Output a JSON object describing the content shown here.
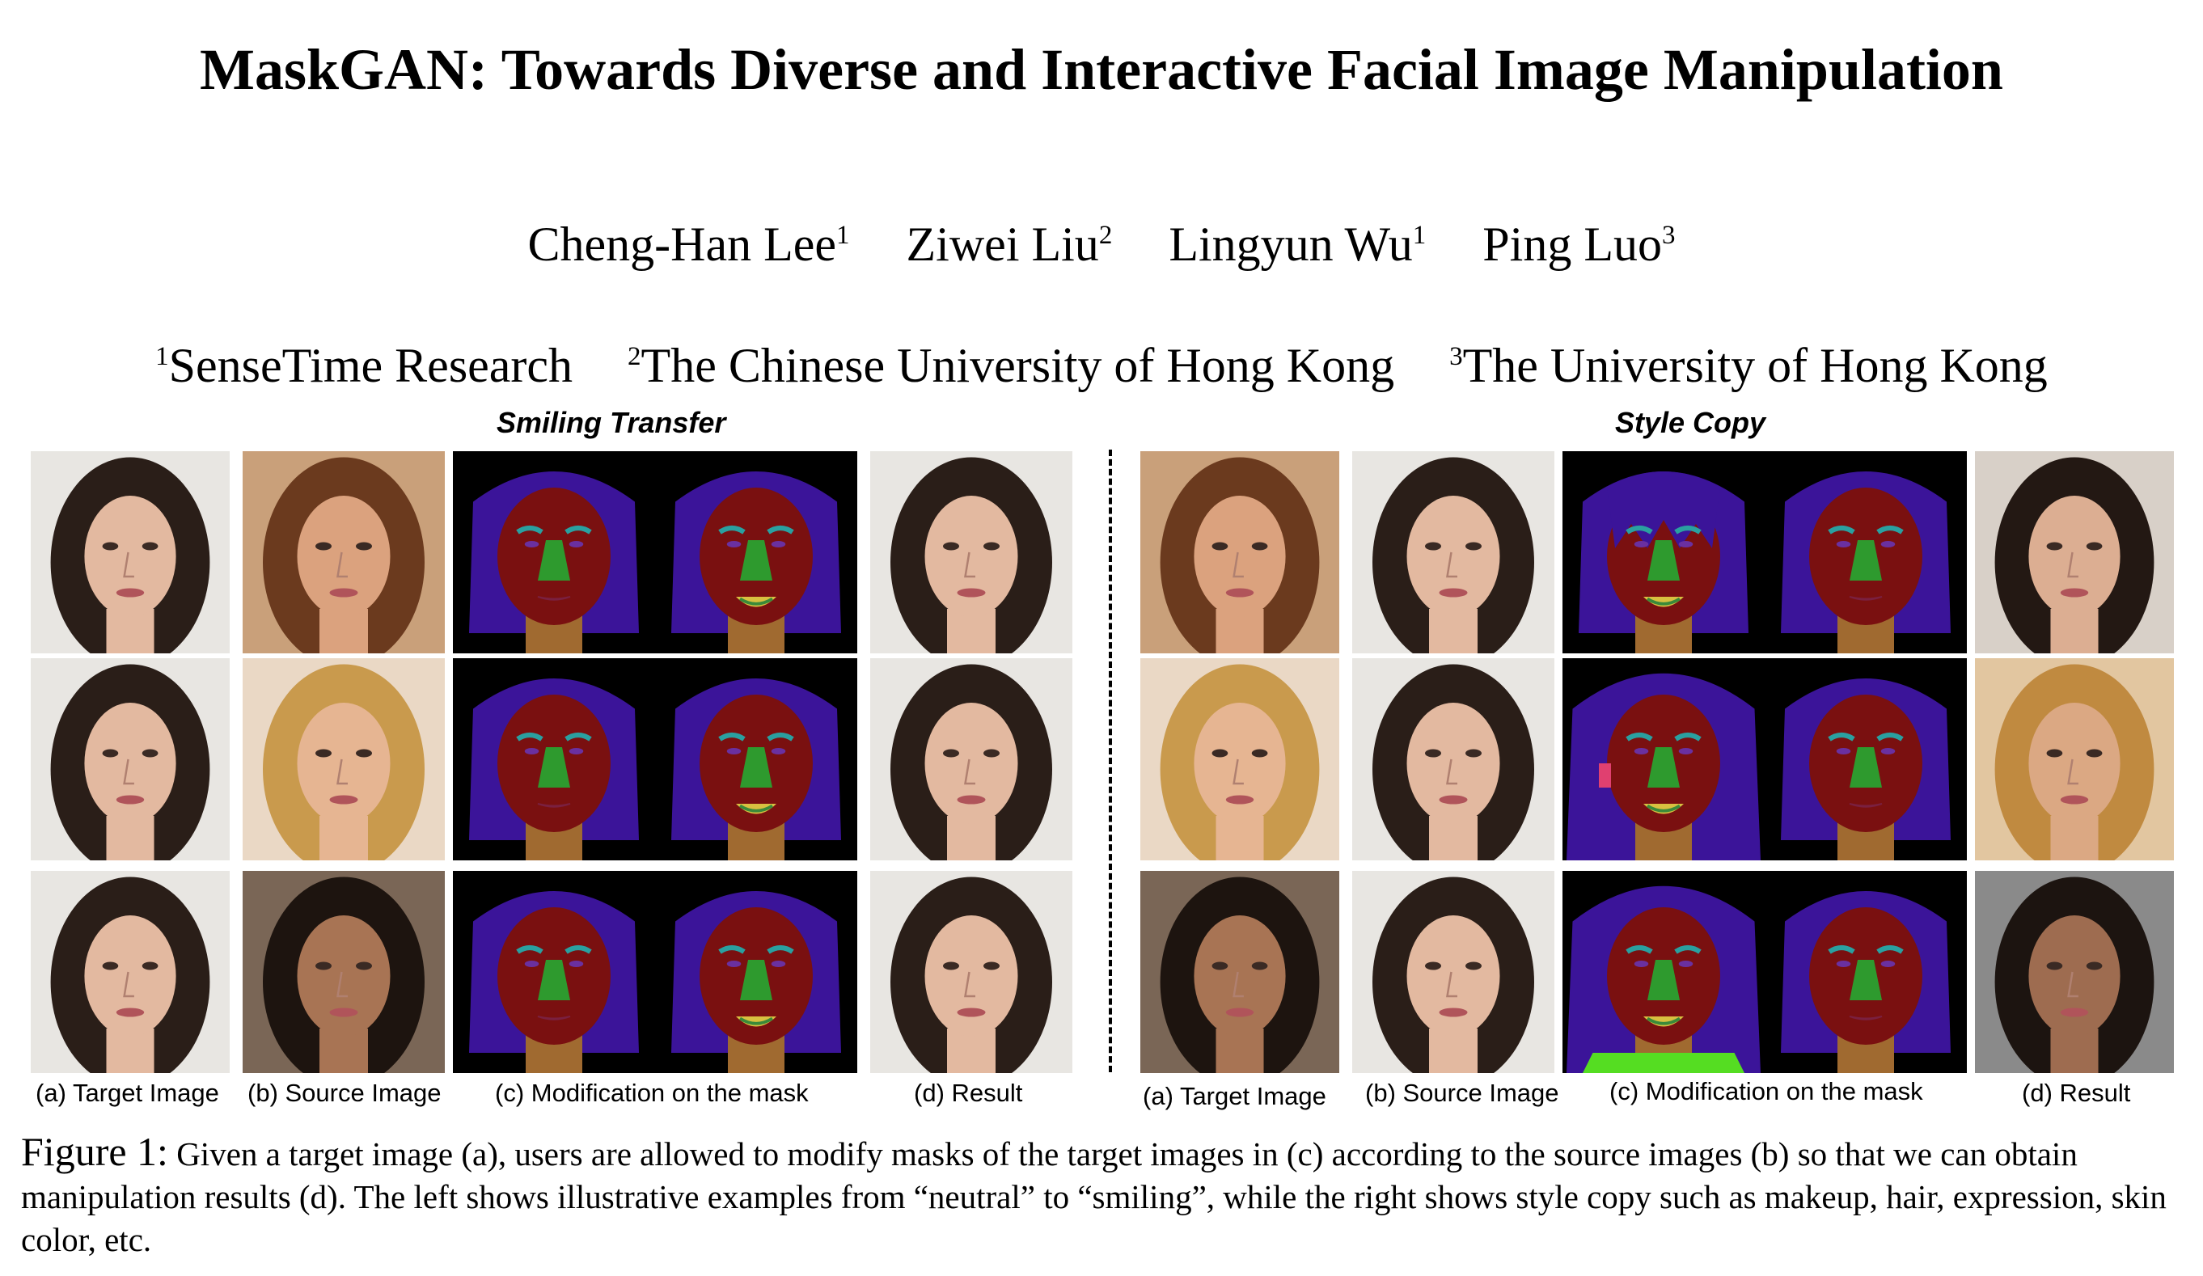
{
  "title": "MaskGAN: Towards Diverse and Interactive Facial Image Manipulation",
  "authors": [
    {
      "name": "Cheng-Han Lee",
      "sup": "1"
    },
    {
      "name": "Ziwei Liu",
      "sup": "2"
    },
    {
      "name": "Lingyun Wu",
      "sup": "1"
    },
    {
      "name": "Ping Luo",
      "sup": "3"
    }
  ],
  "affiliations": [
    {
      "sup": "1",
      "name": "SenseTime Research"
    },
    {
      "sup": "2",
      "name": "The Chinese University of Hong Kong"
    },
    {
      "sup": "3",
      "name": "The University of Hong Kong"
    }
  ],
  "left_section": {
    "title": "Smiling Transfer",
    "labels": [
      "(a) Target Image",
      "(b) Source Image",
      "(c) Modification on the mask",
      "(d) Result"
    ]
  },
  "right_section": {
    "title": "Style Copy",
    "labels": [
      "(a) Target Image",
      "(b) Source Image",
      "(c) Modification on the mask",
      "(d) Result"
    ]
  },
  "caption": {
    "figure": "Figure 1:",
    "text": "Given a target image (a), users are allowed to modify masks of the target images in (c) according to the source images (b) so that we can obtain manipulation results (d). The left shows illustrative examples from “neutral” to “smiling”, while the right shows style copy such as makeup, hair, expression, skin color, etc."
  },
  "colors": {
    "hair_mask": "#3b1499",
    "skin_mask": "#7a1010",
    "nose_mask": "#2e9a2e",
    "neck_mask": "#a06a30",
    "brow_mask": "#2aa0a0",
    "mask_bg": "#000000",
    "cloth_mask": "#55dd22"
  }
}
